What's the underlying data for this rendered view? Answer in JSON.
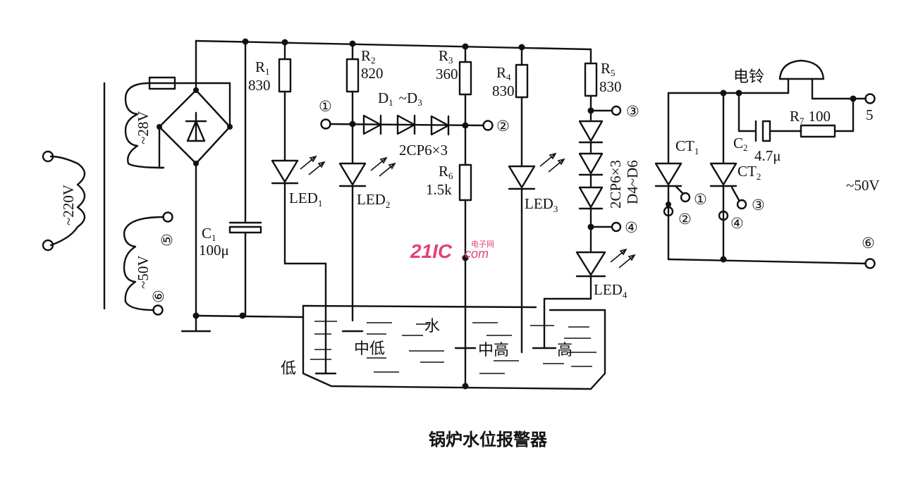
{
  "caption": "锅炉水位报警器",
  "watermark": {
    "brand": "21IC",
    "domain": ".com",
    "sub": "电子网",
    "color": "#e0447a"
  },
  "transformer": {
    "primary": "~220V",
    "sec1": "~28V",
    "sec2": "~50V",
    "sec2_t1": "⑤",
    "sec2_t2": "⑥"
  },
  "capacitors": {
    "c1": "C",
    "c1_sub": "1",
    "c1_val": "100μ",
    "c2": "C",
    "c2_sub": "2",
    "c2_val": "4.7μ"
  },
  "resistors": {
    "r1": "R",
    "r1_sub": "1",
    "r1_val": "830",
    "r2": "R",
    "r2_sub": "2",
    "r2_val": "820",
    "r3": "R",
    "r3_sub": "3",
    "r3_val": "360",
    "r4": "R",
    "r4_sub": "4",
    "r4_val": "830",
    "r5": "R",
    "r5_sub": "5",
    "r5_val": "830",
    "r6": "R",
    "r6_sub": "6",
    "r6_val": "1.5k",
    "r7": "R",
    "r7_sub": "7",
    "r7_val": "100"
  },
  "diodes": {
    "d1": "D",
    "d1_sub": "1",
    "tilde": "~D",
    "d3_sub": "3",
    "d13_type": "2CP6×3",
    "d46_type": "2CP6×3",
    "d46_range": "D4~D6"
  },
  "leds": {
    "led": "LED",
    "l1": "1",
    "l2": "2",
    "l3": "3",
    "l4": "4"
  },
  "terminals": {
    "t1": "①",
    "t2": "②",
    "t3": "③",
    "t4": "④",
    "t5": "5",
    "t6": "⑥"
  },
  "bell_circuit": {
    "bell": "电铃",
    "ct": "CT",
    "ct1_sub": "1",
    "ct2_sub": "2",
    "supply": "~50V",
    "ct1_g": "①",
    "ct1_k": "②",
    "ct2_g": "③",
    "ct2_k": "④"
  },
  "tank": {
    "water": "水",
    "low": "低",
    "mid_low": "中低",
    "mid_high": "中高",
    "high": "高"
  }
}
